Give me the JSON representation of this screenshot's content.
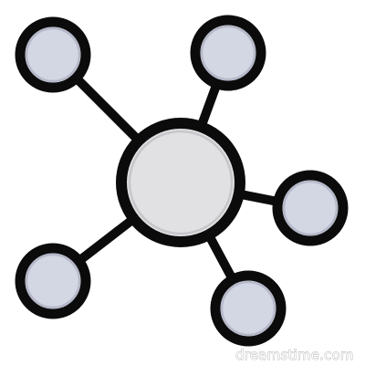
{
  "diagram": {
    "type": "hub-and-spoke network icon",
    "colors": {
      "outline": "#0b0b0b",
      "hub_fill": "#e1e1e3",
      "hub_inner_ring": "#c6c6ca",
      "node_fill": "#d3d6e3",
      "node_inner_ring": "#b5b8c8",
      "background": "#ffffff"
    },
    "nodes": [
      {
        "name": "hub"
      },
      {
        "name": "node-top-left"
      },
      {
        "name": "node-top-right"
      },
      {
        "name": "node-right"
      },
      {
        "name": "node-bottom-right"
      },
      {
        "name": "node-bottom-left"
      }
    ]
  },
  "watermark": {
    "text": "dreamstime.com",
    "color": "#9a9a9a"
  }
}
